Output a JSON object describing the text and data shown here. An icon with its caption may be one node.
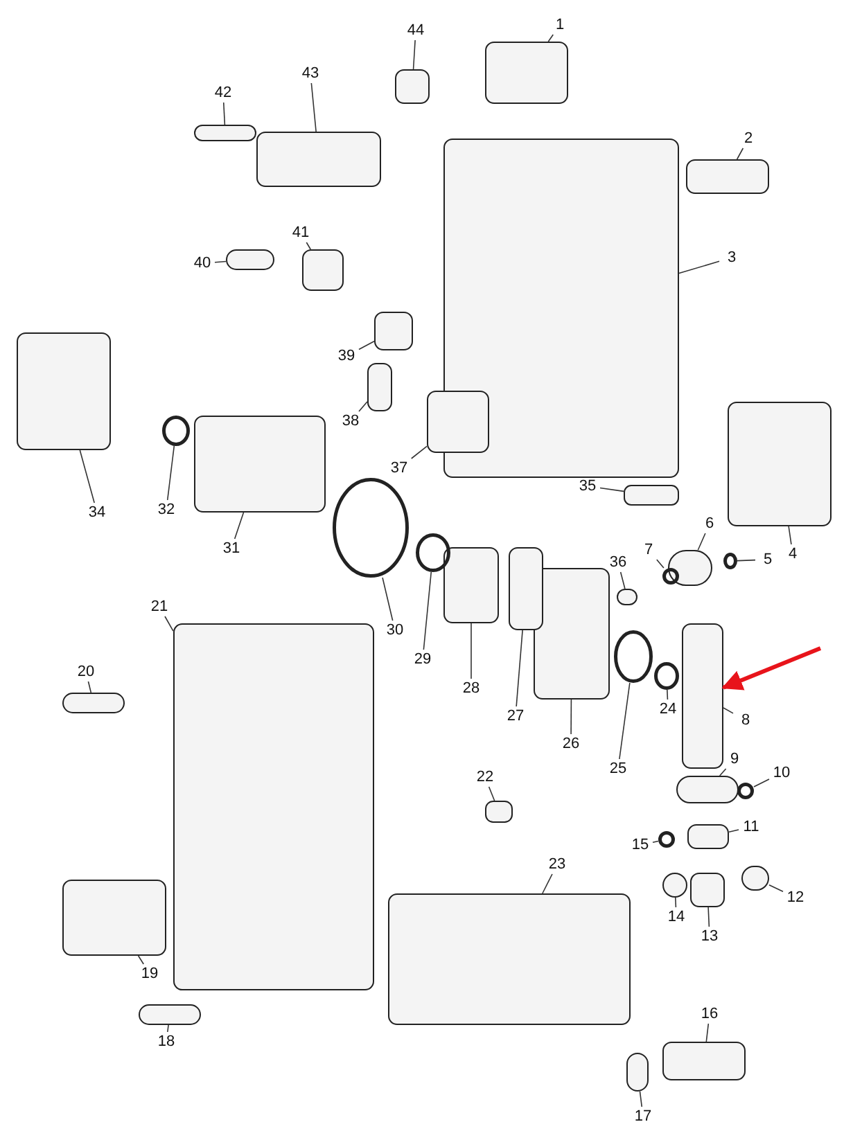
{
  "diagram": {
    "nodes": [
      {
        "text": [
          "1"
        ]
      },
      {
        "text": [],
        "shape": "box"
      },
      {
        "text": [
          "2"
        ]
      },
      {
        "text": [],
        "shape": "box"
      },
      {
        "text": [
          "3"
        ]
      },
      {
        "text": [],
        "shape": "box"
      },
      {
        "text": [
          "4"
        ]
      },
      {
        "text": [],
        "shape": "box"
      },
      {
        "text": [
          "5"
        ]
      },
      {
        "text": [],
        "shape": "circle"
      },
      {
        "text": [
          "6"
        ]
      },
      {
        "text": [],
        "shape": "bar"
      },
      {
        "text": [
          "7"
        ]
      },
      {
        "text": [],
        "shape": "circle"
      },
      {
        "text": [
          "8"
        ]
      },
      {
        "text": [],
        "shape": "box"
      },
      {
        "text": [
          "9"
        ]
      },
      {
        "text": [],
        "shape": "bar"
      },
      {
        "text": [
          "10"
        ]
      },
      {
        "text": [],
        "shape": "circle"
      },
      {
        "text": [
          "11"
        ]
      },
      {
        "text": [],
        "shape": "box"
      },
      {
        "text": [
          "12"
        ]
      },
      {
        "text": [],
        "shape": "bar"
      },
      {
        "text": [
          "13"
        ]
      },
      {
        "text": [],
        "shape": "box"
      },
      {
        "text": [
          "14"
        ]
      },
      {
        "text": [],
        "shape": "bar"
      },
      {
        "text": [
          "15"
        ]
      },
      {
        "text": [],
        "shape": "circle"
      },
      {
        "text": [
          "16"
        ]
      },
      {
        "text": [],
        "shape": "box"
      },
      {
        "text": [
          "17"
        ]
      },
      {
        "text": [],
        "shape": "bar"
      },
      {
        "text": [
          "18"
        ]
      },
      {
        "text": [],
        "shape": "bar"
      },
      {
        "text": [
          "19"
        ]
      },
      {
        "text": [],
        "shape": "box"
      },
      {
        "text": [
          "20"
        ]
      },
      {
        "text": [],
        "shape": "bar"
      },
      {
        "text": [
          "21"
        ]
      },
      {
        "text": [],
        "shape": "box"
      },
      {
        "text": [
          "22"
        ]
      },
      {
        "text": [],
        "shape": "box"
      },
      {
        "text": [
          "23"
        ]
      },
      {
        "text": [],
        "shape": "box"
      },
      {
        "text": [
          "24"
        ]
      },
      {
        "text": [],
        "shape": "circle"
      },
      {
        "text": [
          "25"
        ]
      },
      {
        "text": [],
        "shape": "circle"
      },
      {
        "text": [
          "26"
        ]
      },
      {
        "text": [],
        "shape": "box"
      },
      {
        "text": [
          "27"
        ]
      },
      {
        "text": [],
        "shape": "box"
      },
      {
        "text": [
          "28"
        ]
      },
      {
        "text": [],
        "shape": "box"
      },
      {
        "text": [
          "29"
        ]
      },
      {
        "text": [],
        "shape": "circle"
      },
      {
        "text": [
          "30"
        ]
      },
      {
        "text": [],
        "shape": "circle"
      },
      {
        "text": [
          "31"
        ]
      },
      {
        "text": [],
        "shape": "box"
      },
      {
        "text": [
          "32"
        ]
      },
      {
        "text": [],
        "shape": "circle"
      },
      {
        "text": [
          "34"
        ]
      },
      {
        "text": [],
        "shape": "box"
      },
      {
        "text": [
          "35"
        ]
      },
      {
        "text": [],
        "shape": "box"
      },
      {
        "text": [
          "36"
        ]
      },
      {
        "text": [],
        "shape": "bar"
      },
      {
        "text": [
          "37"
        ]
      },
      {
        "text": [],
        "shape": "box"
      },
      {
        "text": [
          "38"
        ]
      },
      {
        "text": [],
        "shape": "box"
      },
      {
        "text": [
          "39"
        ]
      },
      {
        "text": [],
        "shape": "box"
      },
      {
        "text": [
          "40"
        ]
      },
      {
        "text": [],
        "shape": "bar"
      },
      {
        "text": [
          "41"
        ]
      },
      {
        "text": [],
        "shape": "box"
      },
      {
        "text": [
          "42"
        ]
      },
      {
        "text": [],
        "shape": "bar"
      },
      {
        "text": [
          "43"
        ]
      },
      {
        "text": [],
        "shape": "box"
      },
      {
        "text": [
          "44"
        ]
      },
      {
        "text": [],
        "shape": "box"
      }
    ],
    "edges": [
      {
        "from": 0,
        "to": 1,
        "arrow": "none"
      },
      {
        "from": 2,
        "to": 3,
        "arrow": "none"
      },
      {
        "from": 4,
        "to": 5,
        "arrow": "none"
      },
      {
        "from": 6,
        "to": 7,
        "arrow": "none"
      },
      {
        "from": 8,
        "to": 9,
        "arrow": "none"
      },
      {
        "from": 10,
        "to": 11,
        "arrow": "none"
      },
      {
        "from": 12,
        "to": 13,
        "arrow": "none"
      },
      {
        "from": 14,
        "to": 15,
        "arrow": "none"
      },
      {
        "from": 16,
        "to": 17,
        "arrow": "none"
      },
      {
        "from": 18,
        "to": 19,
        "arrow": "none"
      },
      {
        "from": 20,
        "to": 21,
        "arrow": "none"
      },
      {
        "from": 22,
        "to": 23,
        "arrow": "none"
      },
      {
        "from": 24,
        "to": 25,
        "arrow": "none"
      },
      {
        "from": 26,
        "to": 27,
        "arrow": "none"
      },
      {
        "from": 28,
        "to": 29,
        "arrow": "none"
      },
      {
        "from": 30,
        "to": 31,
        "arrow": "none"
      },
      {
        "from": 32,
        "to": 33,
        "arrow": "none"
      },
      {
        "from": 34,
        "to": 35,
        "arrow": "none"
      },
      {
        "from": 36,
        "to": 37,
        "arrow": "none"
      },
      {
        "from": 38,
        "to": 39,
        "arrow": "none"
      },
      {
        "from": 40,
        "to": 41,
        "arrow": "none"
      },
      {
        "from": 42,
        "to": 43,
        "arrow": "none"
      },
      {
        "from": 44,
        "to": 45,
        "arrow": "none"
      },
      {
        "from": 46,
        "to": 47,
        "arrow": "none"
      },
      {
        "from": 48,
        "to": 49,
        "arrow": "none"
      },
      {
        "from": 50,
        "to": 51,
        "arrow": "none"
      },
      {
        "from": 52,
        "to": 53,
        "arrow": "none"
      },
      {
        "from": 54,
        "to": 55,
        "arrow": "none"
      },
      {
        "from": 56,
        "to": 57,
        "arrow": "none"
      },
      {
        "from": 58,
        "to": 59,
        "arrow": "none"
      },
      {
        "from": 60,
        "to": 61,
        "arrow": "none"
      },
      {
        "from": 62,
        "to": 63,
        "arrow": "none"
      },
      {
        "from": 64,
        "to": 65,
        "arrow": "none"
      },
      {
        "from": 66,
        "to": 67,
        "arrow": "none"
      },
      {
        "from": 68,
        "to": 69,
        "arrow": "none"
      },
      {
        "from": 70,
        "to": 71,
        "arrow": "none"
      },
      {
        "from": 72,
        "to": 73,
        "arrow": "none"
      },
      {
        "from": 74,
        "to": 75,
        "arrow": "none"
      },
      {
        "from": 76,
        "to": 77,
        "arrow": "none"
      },
      {
        "from": 78,
        "to": 79,
        "arrow": "none"
      },
      {
        "from": 80,
        "to": 81,
        "arrow": "none"
      },
      {
        "from": 82,
        "to": 83,
        "arrow": "none"
      },
      {
        "from": 84,
        "to": 85,
        "arrow": "none"
      },
      {
        "from": null,
        "to": 15,
        "arrow": "to",
        "style": "thick",
        "color": "#e8141b"
      }
    ]
  }
}
